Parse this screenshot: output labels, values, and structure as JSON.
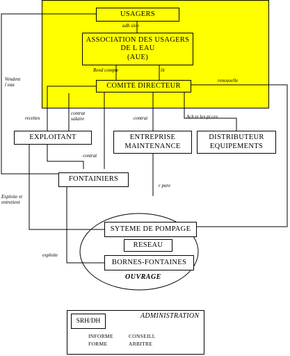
{
  "boxes": {
    "usagers": "USAGERS",
    "aue": "ASSOCIATION DES USAGERS\nDE L EAU\n(AUE)",
    "comite": "COMITE DIRECTEUR",
    "exploitant": "EXPLOITANT",
    "entreprise": "ENTREPRISE\nMAINTENANCE",
    "distributeur": "DISTRIBUTEUR\nEQUIPEMENTS",
    "fontainiers": "FONTAINIERS",
    "pompage": "SYTEME DE POMPAGE",
    "reseau": "RESEAU",
    "bornes": "BORNES-FONTAINES"
  },
  "labels": {
    "adhesion": "adh sion",
    "rend_compte": "Rend compte",
    "elit": "lit",
    "renouvelle": "renouvelle",
    "vendent": "Vendent\nl eau",
    "recettes": "recettes",
    "contrat_salaire": "contrat\nsalaire",
    "contrat_entreprise": "contrat",
    "achete": "Ach te les pi ces",
    "contrat_fontainiers": "contrat",
    "repare": "r pare",
    "exploite_entretient": "Exploite et\nentretient",
    "exploite": "exploite"
  },
  "ouvrage": "OUVRAGE",
  "administration": {
    "title": "ADMINISTRATION",
    "srh": "SRH/DH",
    "col1": [
      "INFORME",
      "FORME"
    ],
    "col2": [
      "CONSEILL",
      "ARBITRE"
    ]
  }
}
